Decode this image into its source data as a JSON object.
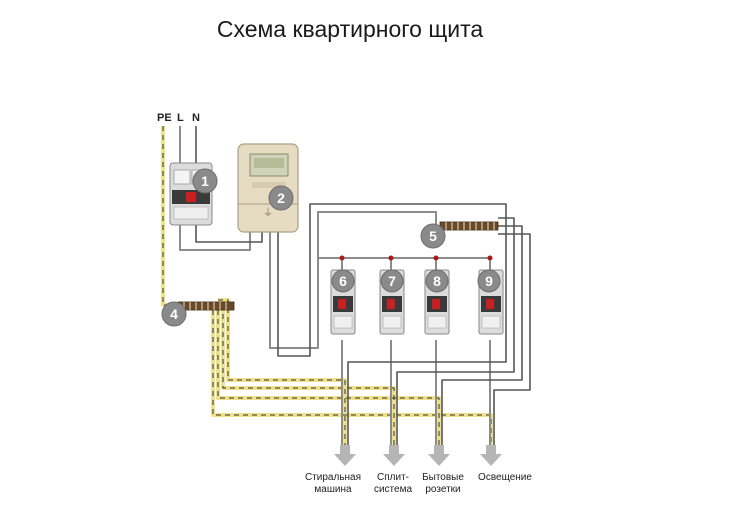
{
  "title": "Схема квартирного щита",
  "conductors": {
    "pe": "PE",
    "l": "L",
    "n": "N"
  },
  "markers": [
    "1",
    "2",
    "4",
    "5",
    "6",
    "7",
    "8",
    "9"
  ],
  "outputs": [
    {
      "line1": "Стиральная",
      "line2": "машина"
    },
    {
      "line1": "Сплит-",
      "line2": "система"
    },
    {
      "line1": "Бытовые",
      "line2": "розетки"
    },
    {
      "line1": "Освещение",
      "line2": ""
    }
  ],
  "colors": {
    "wire_gray": "#8c8c8c",
    "wire_dark": "#555555",
    "pe_yellow": "#efe08a",
    "pe_dash": "#333333",
    "marker_fill": "#8a8a8a",
    "marker_text": "#ffffff",
    "breaker_body": "#dcdcdc",
    "meter_body": "#e6dcc4",
    "bus_red": "#b01818",
    "arrow_fill": "#b5b5b5"
  }
}
